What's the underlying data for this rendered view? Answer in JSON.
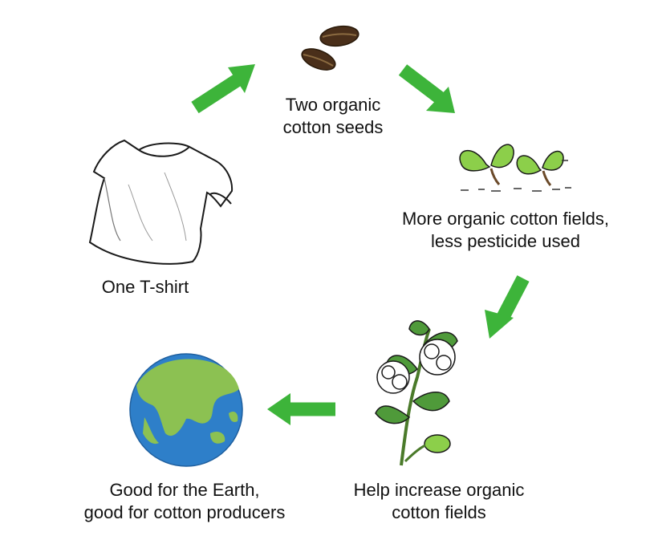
{
  "diagram": {
    "steps": [
      {
        "id": "tshirt",
        "icon": "tshirt-icon",
        "lines": [
          "One T-shirt"
        ]
      },
      {
        "id": "seeds",
        "icon": "cotton-seeds-icon",
        "lines": [
          "Two organic",
          "cotton seeds"
        ]
      },
      {
        "id": "fields",
        "icon": "seedlings-icon",
        "lines": [
          "More organic cotton fields,",
          "less pesticide used"
        ]
      },
      {
        "id": "increase",
        "icon": "cotton-plant-icon",
        "lines": [
          "Help increase organic",
          "cotton fields"
        ]
      },
      {
        "id": "earth",
        "icon": "earth-globe-icon",
        "lines": [
          "Good for the Earth,",
          "good for cotton producers"
        ]
      }
    ],
    "colors": {
      "arrow": "#3db43a",
      "leaf": "#4f9a3a",
      "leaf_light": "#8ccf4a",
      "seed": "#4a2f1a",
      "ocean": "#2e7fc9",
      "land": "#8cc152",
      "flower": "#ffffff",
      "outline": "#1a1a1a"
    }
  }
}
